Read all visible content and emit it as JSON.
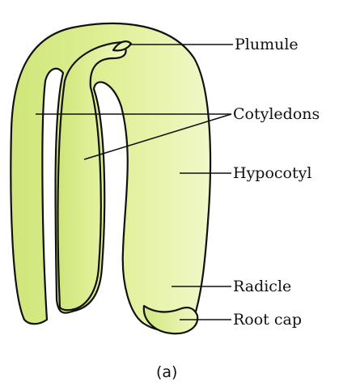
{
  "diagram": {
    "labels": {
      "plumule": "Plumule",
      "cotyledons": "Cotyledons",
      "hypocotyl": "Hypocotyl",
      "radicle": "Radicle",
      "root_cap": "Root cap"
    },
    "caption": "(a)"
  },
  "colors": {
    "tissue": "#d9ec8c",
    "tissue_light": "#eef7c0",
    "outline": "#111111"
  }
}
